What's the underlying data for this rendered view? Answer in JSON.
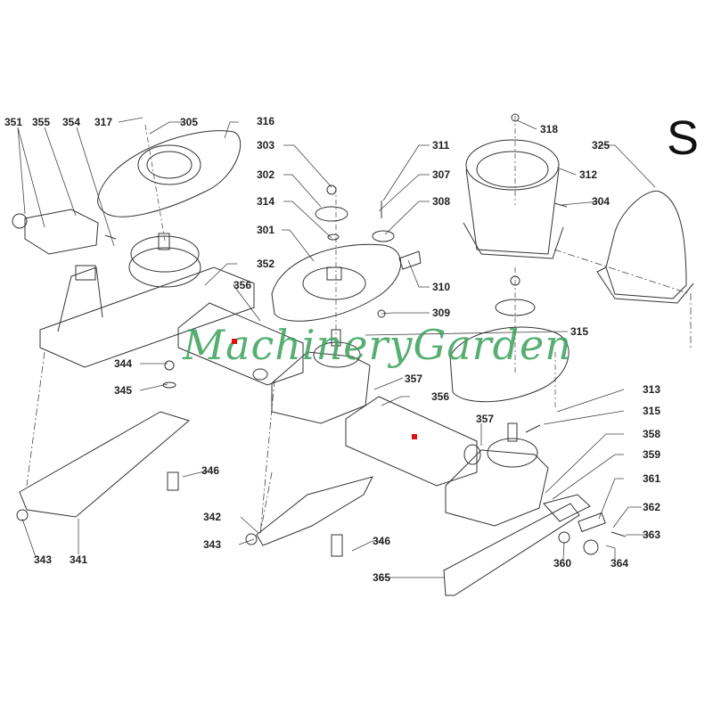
{
  "section_letter": "S",
  "watermark": "MachineryGarden",
  "colors": {
    "line": "#333333",
    "watermark": "#3aa15a",
    "marker": "#dd1111"
  },
  "labels": [
    "351",
    "355",
    "354",
    "317",
    "305",
    "316",
    "303",
    "302",
    "314",
    "301",
    "311",
    "307",
    "308",
    "310",
    "309",
    "315",
    "318",
    "312",
    "325",
    "304",
    "352",
    "356",
    "344",
    "345",
    "357",
    "356",
    "313",
    "315",
    "357",
    "358",
    "359",
    "361",
    "362",
    "363",
    "360",
    "364",
    "365",
    "346",
    "342",
    "343",
    "346",
    "343",
    "341"
  ]
}
